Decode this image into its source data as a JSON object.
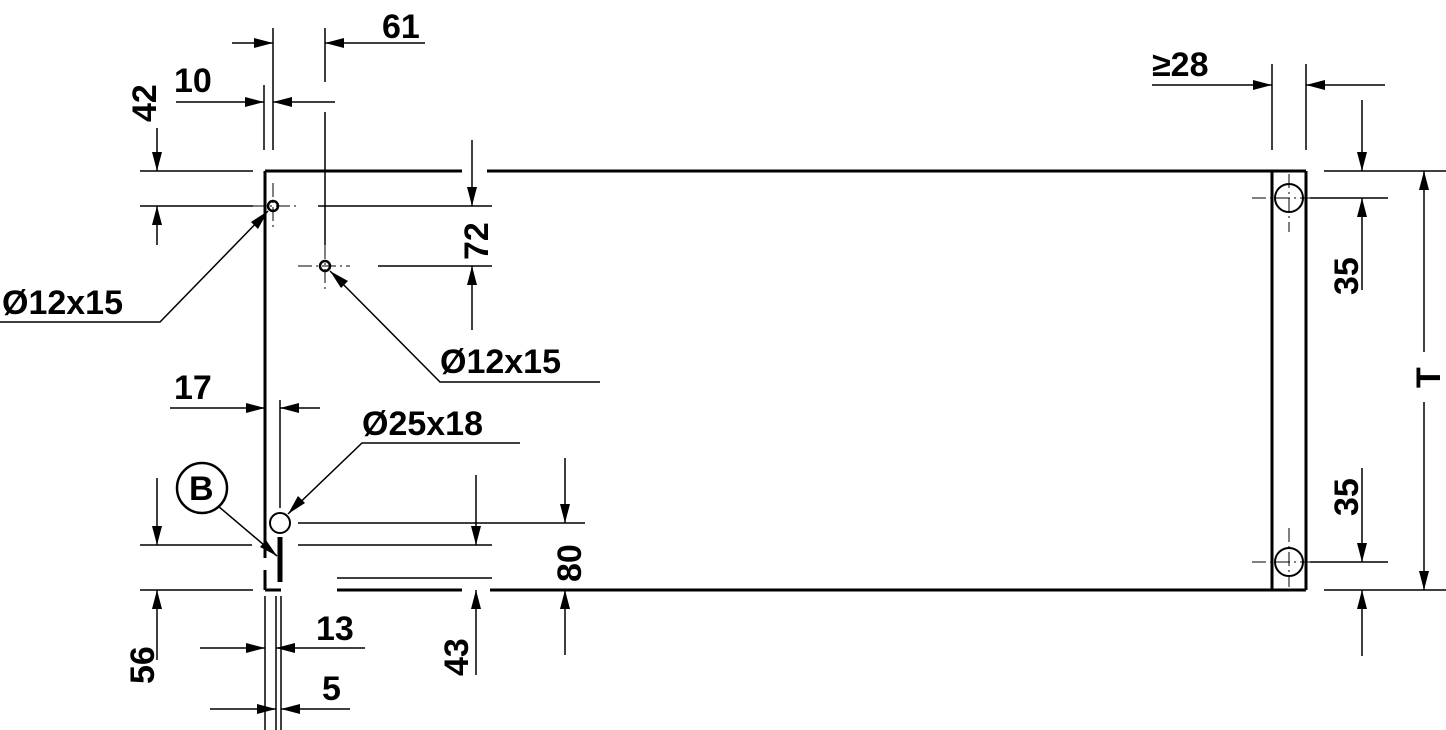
{
  "labels": {
    "dim_61": "61",
    "dim_10": "10",
    "dim_42": "42",
    "dim_72": "72",
    "hole_top_left": "Ø12x15",
    "hole_inner": "Ø12x15",
    "dim_17": "17",
    "hole_large": "Ø25x18",
    "marker_b": "B",
    "dim_80": "80",
    "dim_56": "56",
    "dim_13": "13",
    "dim_43": "43",
    "dim_5": "5",
    "dim_ge28": "≥28",
    "dim_35_top": "35",
    "dim_35_bottom": "35",
    "dim_t": "T"
  }
}
